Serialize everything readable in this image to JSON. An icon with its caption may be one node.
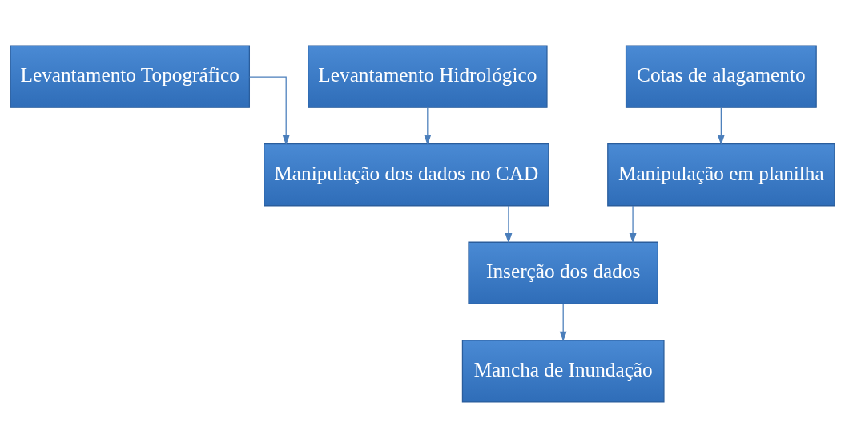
{
  "diagram": {
    "nodes": [
      {
        "text": [
          "Levantamento Topográfico"
        ]
      },
      {
        "text": [
          "Levantamento Hidrológico"
        ]
      },
      {
        "text": [
          "Cotas de alagamento"
        ]
      },
      {
        "text": [
          "Manipulação dos dados no CAD"
        ]
      },
      {
        "text": [
          "Manipulação em planilha"
        ]
      },
      {
        "text": [
          "Inserção dos dados"
        ]
      },
      {
        "text": [
          "Mancha de Inundação"
        ]
      }
    ],
    "edges": [
      {
        "from": 0,
        "to": 3,
        "arrow": "to"
      },
      {
        "from": 1,
        "to": 3,
        "arrow": "to"
      },
      {
        "from": 2,
        "to": 4,
        "arrow": "to"
      },
      {
        "from": 3,
        "to": 5,
        "arrow": "to"
      },
      {
        "from": 4,
        "to": 5,
        "arrow": "to"
      },
      {
        "from": 5,
        "to": 6,
        "arrow": "to"
      }
    ]
  }
}
